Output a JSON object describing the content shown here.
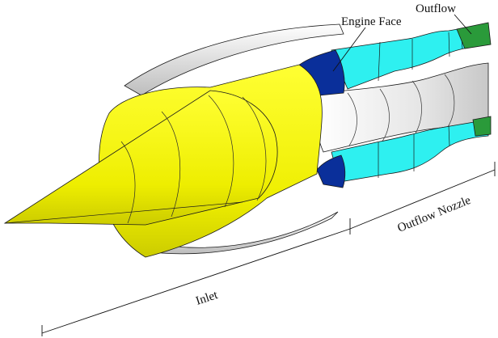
{
  "labels": {
    "engine_face": "Engine Face",
    "outflow": "Outflow",
    "outflow_nozzle": "Outflow Nozzle",
    "inlet": "Inlet"
  },
  "colors": {
    "centerbody": "#ffff00",
    "centerbody_shadow": "#c9c900",
    "cowl": "#f2f2f2",
    "cowl_shadow": "#b5b5b5",
    "engine_face": "#0a2f9a",
    "duct": "#2ef0f0",
    "duct_dark": "#14c4c8",
    "outflow_face": "#2a9a3a",
    "outline": "#1a1a1a"
  }
}
